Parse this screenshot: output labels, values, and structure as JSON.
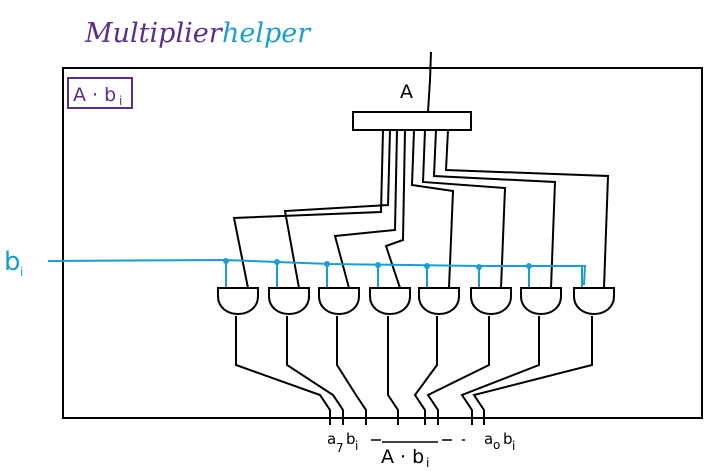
{
  "title": {
    "part1": "Multiplier",
    "part2": "helper",
    "color1": "#5b2d8f",
    "color2": "#1a9ed2"
  },
  "box_label": "A · b",
  "box_label_sub": "i",
  "bus_label": "A",
  "input_label": "b",
  "input_label_sub": "i",
  "output_labels": {
    "first": "a",
    "first_sub": "7",
    "first_b": "b",
    "first_b_sub": "i",
    "middle": "A · b",
    "middle_sub": "i",
    "last": "a",
    "last_sub": "o",
    "last_b": "b",
    "last_b_sub": "i"
  },
  "gate_count": 8,
  "colors": {
    "ink": "#000000",
    "blue": "#1a9ed2",
    "purple": "#5b2d8f"
  }
}
